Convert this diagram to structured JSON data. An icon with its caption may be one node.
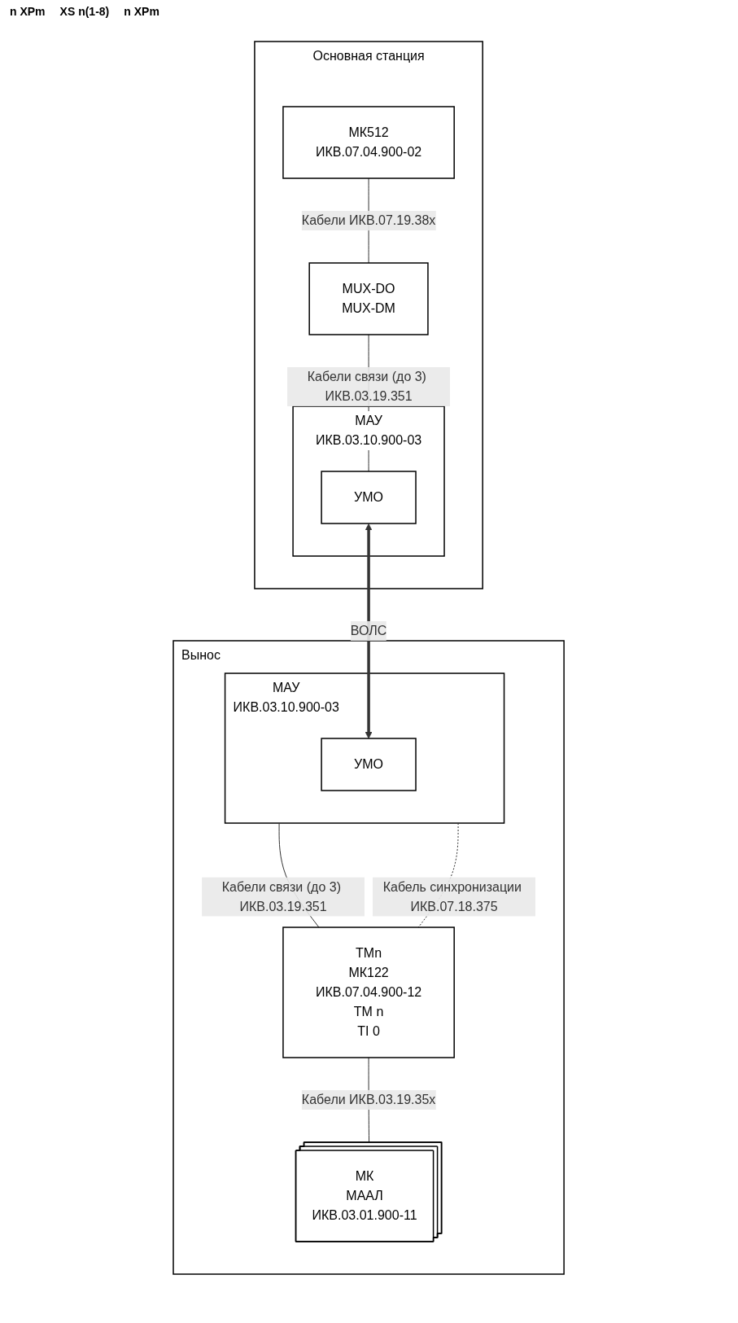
{
  "diagram": {
    "nodes": [
      {
        "text": [
          "Основная станция"
        ]
      },
      {
        "text": [
          "МК512",
          "ИКВ.07.04.900-02"
        ],
        "in": 0
      },
      {
        "text": [
          "MUX-DO",
          "MUX-DM"
        ],
        "in": 0
      },
      {
        "text": [
          "МАУ",
          "ИКВ.03.10.900-03"
        ],
        "in": 0
      },
      {
        "text": [
          "УМО"
        ],
        "in": 3
      },
      {
        "text": [
          "Вынос"
        ]
      },
      {
        "text": [
          "МАУ",
          "ИКВ.03.10.900-03"
        ],
        "in": 5
      },
      {
        "text": [
          "УМО"
        ],
        "in": 6
      },
      {
        "text": [
          "TMn",
          "МК122",
          "ИКВ.07.04.900-12",
          "TM n",
          "TI 0"
        ],
        "in": 5
      },
      {
        "text": [
          "МК",
          "МААЛ",
          "ИКВ.03.01.900-11"
        ],
        "in": 5
      }
    ],
    "edges": [
      {
        "from": 1,
        "to": 2,
        "arrow": "none",
        "label": "Кабели ИКВ.07.19.38x"
      },
      {
        "from": 2,
        "to": 4,
        "arrow": "none",
        "label": "Кабели связи (до 3) ИКВ.03.19.351"
      },
      {
        "from": 4,
        "to": 7,
        "arrow": "both",
        "label": "ВОЛС",
        "style": "thick"
      },
      {
        "from": 6,
        "to": 8,
        "arrow": "none",
        "label": "Кабели связи (до 3) ИКВ.03.19.351"
      },
      {
        "from": 6,
        "to": 8,
        "arrow": "none",
        "label": "Кабель синхронизации ИКВ.07.18.375",
        "style": "dashed"
      },
      {
        "from": 8,
        "to": 9,
        "arrow": "none",
        "label": "Кабели ИКВ.03.19.35x"
      }
    ],
    "labels": [
      "n XPm",
      "XS n(1-8)",
      "n XPm"
    ]
  }
}
